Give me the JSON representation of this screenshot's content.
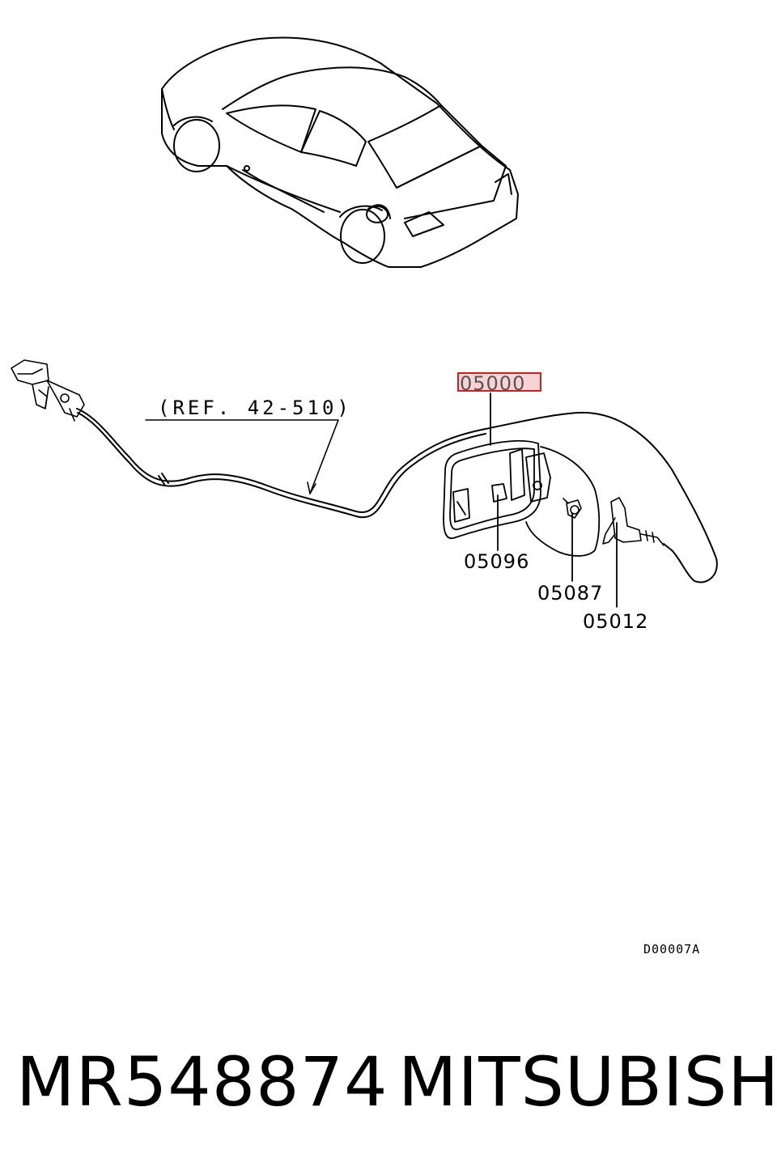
{
  "diagram": {
    "ref_note": "(REF. 42-510)",
    "callouts": {
      "highlighted": "05000",
      "bracket": "05096",
      "bumper": "05087",
      "lock": "05012"
    },
    "highlight_color": "#d11f1f",
    "highlight_fill": "#f9d3d3",
    "drawing_code": "D00007A"
  },
  "caption": {
    "part_number": "MR548874",
    "brand": "MITSUBISHI"
  }
}
